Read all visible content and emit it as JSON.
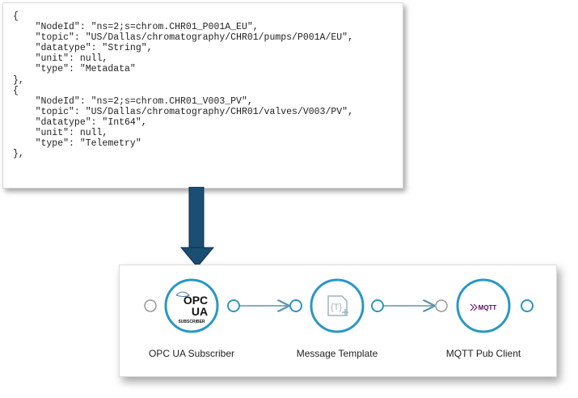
{
  "code": {
    "lines": [
      "{",
      "    \"NodeId\": \"ns=2;s=chrom.CHR01_P001A_EU\",",
      "    \"topic\": \"US/Dallas/chromatography/CHR01/pumps/P001A/EU\",",
      "    \"datatype\": \"String\",",
      "    \"unit\": null,",
      "    \"type\": \"Metadata\"",
      "},",
      "{",
      "    \"NodeId\": \"ns=2;s=chrom.CHR01_V003_PV\",",
      "    \"topic\": \"US/Dallas/chromatography/CHR01/valves/V003/PV\",",
      "    \"datatype\": \"Int64\",",
      "    \"unit\": null,",
      "    \"type\": \"Telemetry\"",
      "},"
    ]
  },
  "flow": {
    "nodes": [
      {
        "label": "OPC UA Subscriber",
        "icon": "opc-ua-logo",
        "logo_text": "OPC",
        "logo_text2": "UA",
        "logo_sub": "SUBSCRIBER"
      },
      {
        "label": "Message Template",
        "icon": "template-icon",
        "logo_text": "{T}"
      },
      {
        "label": "MQTT Pub Client",
        "icon": "mqtt-logo",
        "logo_text": "MQTT"
      }
    ]
  },
  "colors": {
    "accent": "#2a97c7",
    "connector": "#5b95aa",
    "arrow": "#1a4e73",
    "mqtt": "#660066"
  }
}
